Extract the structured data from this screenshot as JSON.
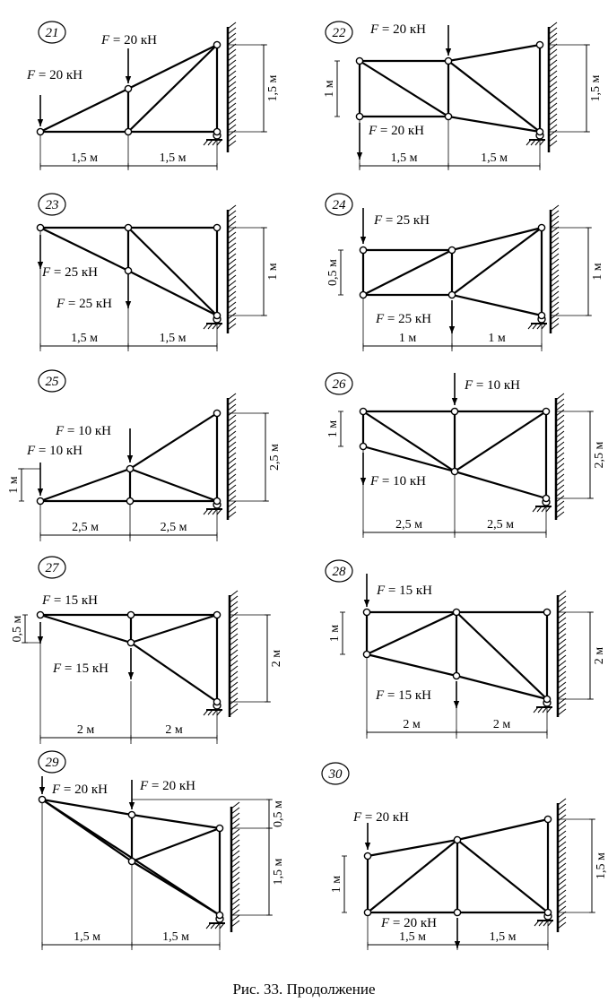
{
  "caption": "Рис. 33. Продолжение",
  "ink": "#000000",
  "paper": "#ffffff",
  "problems": [
    {
      "number": "21",
      "loads": [
        "F = 20 кН",
        "F = 20 кН"
      ],
      "dims": [
        "1,5 м",
        "1,5 м",
        "1,5 м"
      ]
    },
    {
      "number": "22",
      "loads": [
        "F = 20 кН",
        "F = 20 кН"
      ],
      "dims": [
        "1 м",
        "1,5 м",
        "1,5 м",
        "1,5 м"
      ]
    },
    {
      "number": "23",
      "loads": [
        "F = 25 кН",
        "F = 25 кН"
      ],
      "dims": [
        "1 м",
        "1,5 м",
        "1,5 м"
      ]
    },
    {
      "number": "24",
      "loads": [
        "F = 25 кН",
        "F = 25 кН"
      ],
      "dims": [
        "0,5 м",
        "1 м",
        "1 м",
        "1 м"
      ]
    },
    {
      "number": "25",
      "loads": [
        "F = 10 кН",
        "F = 10 кН"
      ],
      "dims": [
        "1 м",
        "2,5 м",
        "2,5 м",
        "2,5 м"
      ]
    },
    {
      "number": "26",
      "loads": [
        "F = 10 кН",
        "F = 10 кН"
      ],
      "dims": [
        "1 м",
        "2,5 м",
        "2,5 м",
        "2,5 м"
      ]
    },
    {
      "number": "27",
      "loads": [
        "F = 15 кН",
        "F = 15 кН"
      ],
      "dims": [
        "0,5 м",
        "2 м",
        "2 м",
        "2 м"
      ]
    },
    {
      "number": "28",
      "loads": [
        "F = 15 кН",
        "F = 15 кН"
      ],
      "dims": [
        "1 м",
        "2 м",
        "2 м",
        "2 м"
      ]
    },
    {
      "number": "29",
      "loads": [
        "F = 20 кН",
        "F = 20 кН"
      ],
      "dims": [
        "0,5 м",
        "1,5 м",
        "1,5 м",
        "1,5 м"
      ]
    },
    {
      "number": "30",
      "loads": [
        "F = 20 кН",
        "F = 20 кН"
      ],
      "dims": [
        "1 м",
        "1,5 м",
        "1,5 м",
        "1,5 м"
      ]
    }
  ]
}
